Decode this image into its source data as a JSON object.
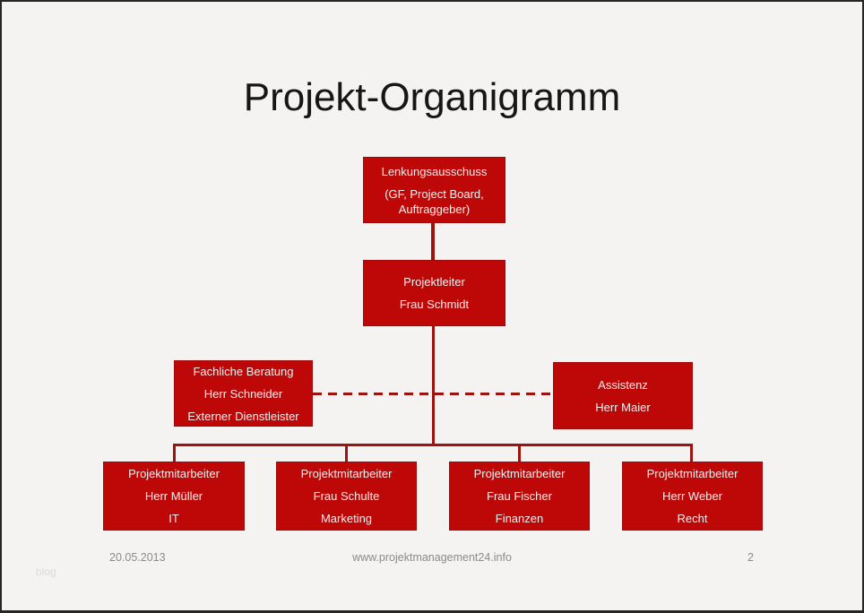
{
  "slide": {
    "title": "Projekt-Organigramm",
    "footer": {
      "date": "20.05.2013",
      "url": "www.projektmanagement24.info",
      "page": "2"
    },
    "watermark": "blog"
  },
  "nodes": {
    "steering": {
      "lines": [
        "Lenkungsausschuss",
        "(GF, Project Board,",
        "Auftraggeber)"
      ]
    },
    "leader": {
      "lines": [
        "Projektleiter",
        "Frau Schmidt"
      ]
    },
    "advisor": {
      "lines": [
        "Fachliche Beratung",
        "Herr Schneider",
        "Externer Dienstleister"
      ]
    },
    "assistant": {
      "lines": [
        "Assistenz",
        "Herr Maier"
      ]
    },
    "workers": [
      {
        "lines": [
          "Projektmitarbeiter",
          "Herr Müller",
          "IT"
        ]
      },
      {
        "lines": [
          "Projektmitarbeiter",
          "Frau Schulte",
          "Marketing"
        ]
      },
      {
        "lines": [
          "Projektmitarbeiter",
          "Frau Fischer",
          "Finanzen"
        ]
      },
      {
        "lines": [
          "Projektmitarbeiter",
          "Herr Weber",
          "Recht"
        ]
      }
    ]
  },
  "colors": {
    "background": "#f4f3f1",
    "box_fill": "#be0707",
    "box_border": "#9e0b0b",
    "box_text": "#f5f0f0",
    "connector": "#9b1410",
    "title_text": "#161616",
    "footer_text": "#8b8b8b",
    "watermark_text": "#dbdbdb"
  }
}
